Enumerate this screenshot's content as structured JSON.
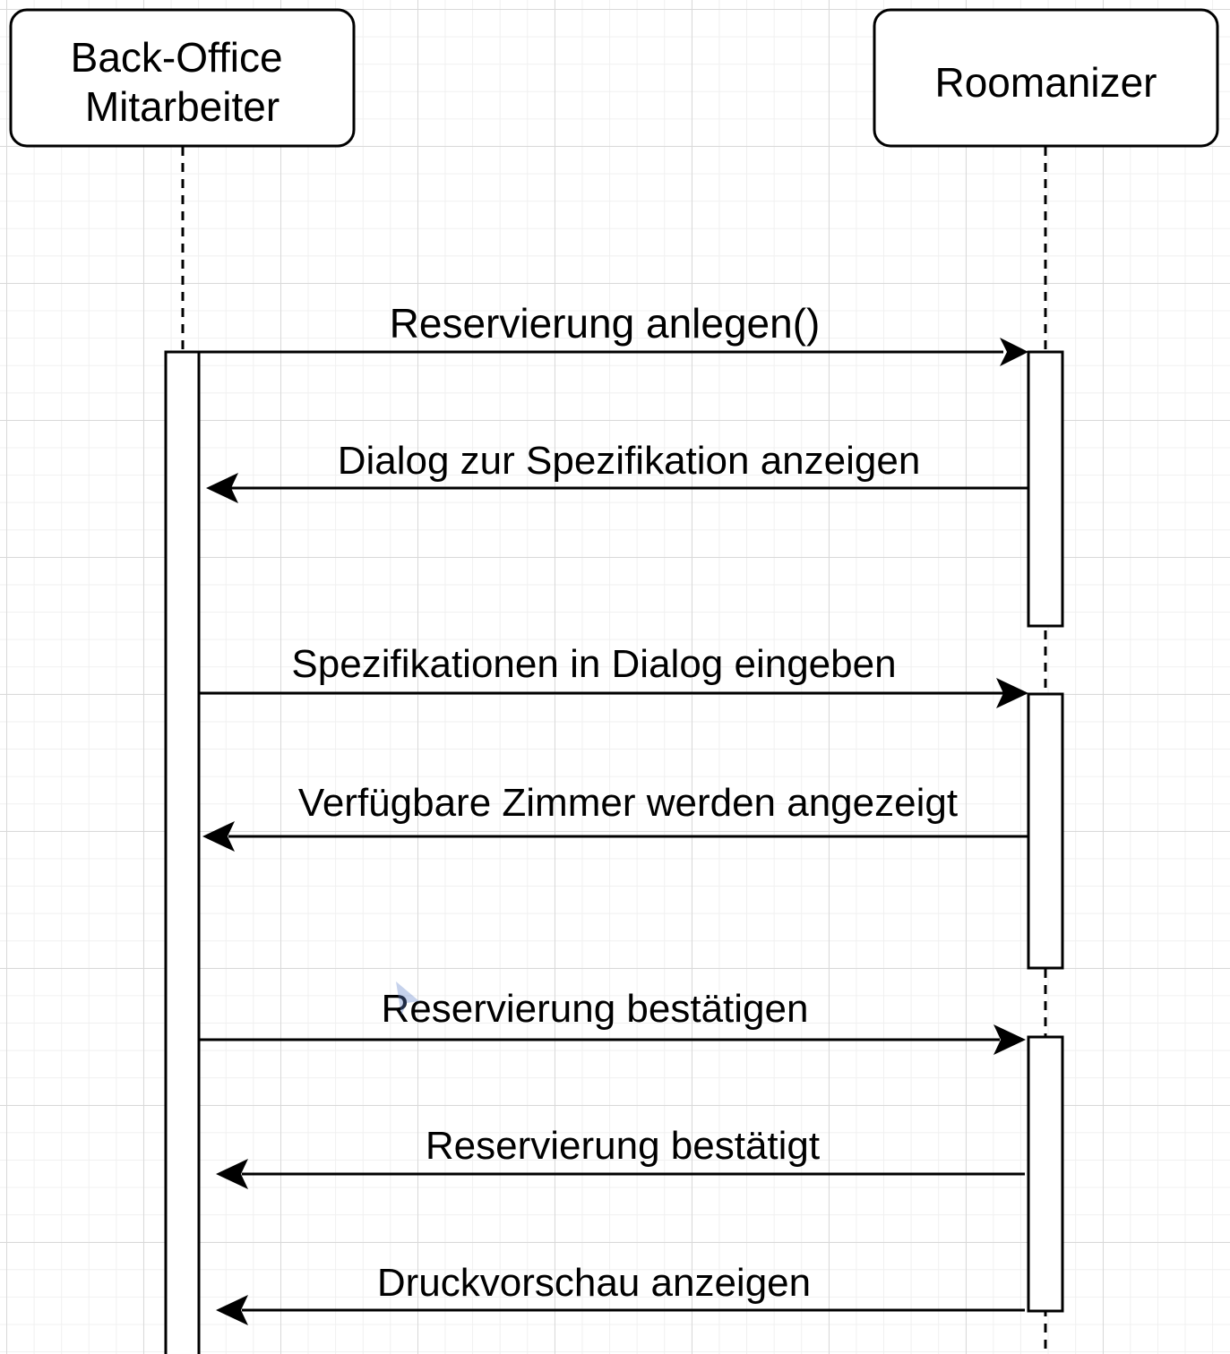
{
  "actors": [
    {
      "id": "back-office",
      "lines": [
        "Back-Office",
        "Mitarbeiter"
      ]
    },
    {
      "id": "roomanizer",
      "lines": [
        "Roomanizer"
      ]
    }
  ],
  "messages": [
    {
      "label": "Reservierung anlegen()",
      "from": "back-office",
      "to": "roomanizer"
    },
    {
      "label": "Dialog zur Spezifikation anzeigen",
      "from": "roomanizer",
      "to": "back-office"
    },
    {
      "label": "Spezifikationen in Dialog eingeben",
      "from": "back-office",
      "to": "roomanizer"
    },
    {
      "label": "Verfügbare Zimmer werden angezeigt",
      "from": "roomanizer",
      "to": "back-office"
    },
    {
      "label": "Reservierung bestätigen",
      "from": "back-office",
      "to": "roomanizer"
    },
    {
      "label": "Reservierung bestätigt",
      "from": "roomanizer",
      "to": "back-office"
    },
    {
      "label": "Druckvorschau anzeigen",
      "from": "roomanizer",
      "to": "back-office"
    }
  ]
}
